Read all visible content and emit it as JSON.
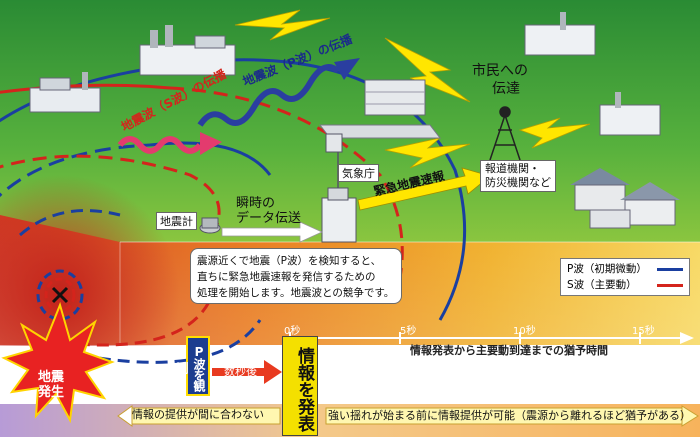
{
  "labels": {
    "p_wave_propagation": "地震波（P波）の伝播",
    "s_wave_propagation": "地震波（S波）の伝播",
    "to_citizens_line1": "市民への",
    "to_citizens_line2": "伝達",
    "jma": "気象庁",
    "seismometer": "地震計",
    "instant_data_line1": "瞬時の",
    "instant_data_line2": "データ伝送",
    "eew": "緊急地震速報",
    "agencies_line1": "報道機関・",
    "agencies_line2": "防災機関など",
    "earthquake_line1": "地震",
    "earthquake_line2": "発生",
    "p_observed": "P波を観測",
    "seconds_after": "数秒後",
    "info_release": "情報を発表",
    "grace_label": "情報発表から主要動到達までの猶予時間"
  },
  "callout": {
    "line1": "震源近くで地震（P波）を検知すると、",
    "line2": "直ちに緊急地震速報を発信するための",
    "line3": "処理を開始します。地震波との競争です。"
  },
  "legend": {
    "p_wave": "P波（初期微動）",
    "s_wave": "S波（主要動）",
    "p_color": "#1a3fa0",
    "s_color": "#d4241c"
  },
  "timeline": {
    "ticks": [
      "0秒",
      "5秒",
      "10秒",
      "15秒"
    ]
  },
  "bottom": {
    "too_late": "情報の提供が間に合わない",
    "possible": "強い揺れが始まる前に情報提供が可能（震源から離れるほど猶予がある）"
  },
  "icons": {
    "epicenter": "x-mark-icon",
    "tower": "broadcast-tower-icon",
    "lightning": "lightning-bolt-icon"
  },
  "colors": {
    "sky_green": "#2f9a3a",
    "ground_orange": "#e07a1e",
    "ground_red": "#cf3a25",
    "arrow_yellow": "#ffe600",
    "arrow_white": "#ffffff"
  }
}
